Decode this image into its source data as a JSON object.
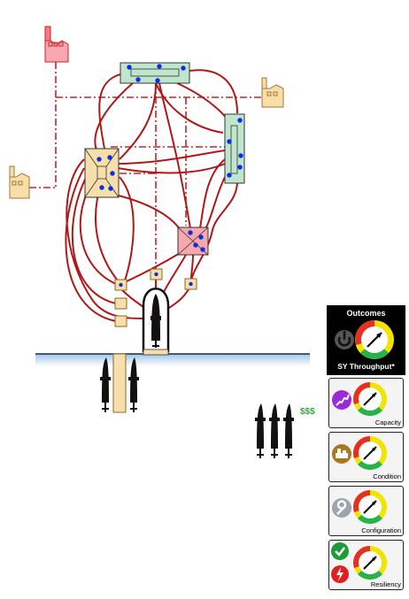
{
  "panel": {
    "title": "Outcomes",
    "subtitle": "SY Throughput*",
    "cards": [
      {
        "label": "Capacity",
        "icon": "capacity-icon",
        "icon_color": "#9b2bd6"
      },
      {
        "label": "Condition",
        "icon": "condition-icon",
        "icon_color": "#a8781c"
      },
      {
        "label": "Configuration",
        "icon": "configuration-icon",
        "icon_color": "#9ea4ad"
      },
      {
        "label": "Resiliency",
        "icon": "resiliency-icon",
        "icon_colors": [
          "#1e9a3a",
          "#e02020"
        ]
      }
    ]
  },
  "cost_label": "$$$",
  "colors": {
    "pipe": "#b01818",
    "rail": "#c0262c",
    "water": "#1976c8",
    "dot": "#0a2ee0",
    "green_fill": "#bfe6cc",
    "tan_fill": "#f7deaa",
    "pink_fill": "#f7a8ae"
  }
}
